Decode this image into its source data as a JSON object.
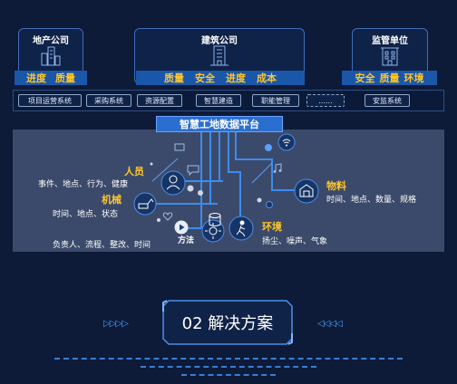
{
  "groups": {
    "developer": {
      "title": "地产公司",
      "items": [
        "进度",
        "质量"
      ]
    },
    "builder": {
      "title": "建筑公司",
      "items": [
        "质量",
        "安全",
        "进度",
        "成本"
      ]
    },
    "supervisor": {
      "title": "监管单位",
      "items": [
        "安全",
        "质量",
        "环境"
      ]
    }
  },
  "systems": [
    "项目运营系统",
    "采购系统",
    "资源配置",
    "智慧建造",
    "职能管理",
    "......",
    "安监系统"
  ],
  "platform_title": "智慧工地数据平台",
  "nodes": {
    "personnel": {
      "label": "人员",
      "desc": "事件、地点、行为、健康"
    },
    "machinery": {
      "label": "机械",
      "desc": "时间、地点、状态"
    },
    "method": {
      "label": "方法",
      "desc": "负责人、流程、整改、时间"
    },
    "material": {
      "label": "物料",
      "desc": "时间、地点、数量、规格"
    },
    "environment": {
      "label": "环境",
      "desc": "扬尘、噪声、气象"
    }
  },
  "section": {
    "title": "02 解决方案",
    "left_arrows": "▷▷▷▷",
    "right_arrows": "◁◁◁◁"
  },
  "colors": {
    "accent": "#ffc62b",
    "bar": "#1b57a8",
    "panel": "#3b4a6a",
    "background": "#0d1a38"
  }
}
